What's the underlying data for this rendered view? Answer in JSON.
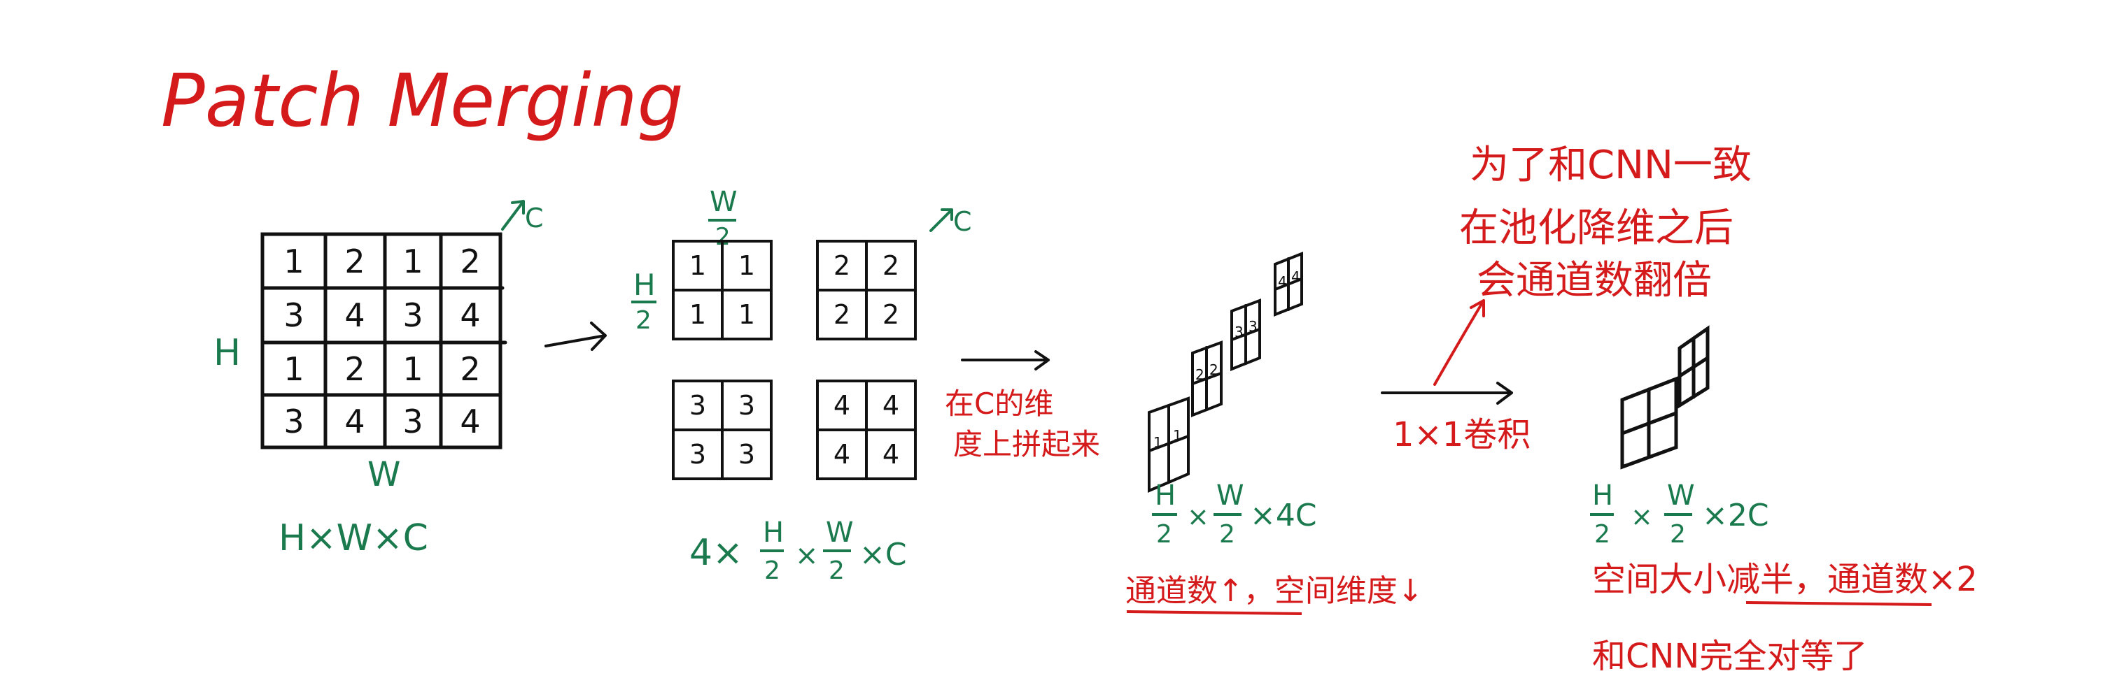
{
  "title": "Patch Merging",
  "colors": {
    "ink": "#111111",
    "green": "#1a7a4e",
    "red": "#d41a1a"
  },
  "input": {
    "cells": [
      [
        "1",
        "2",
        "1",
        "2"
      ],
      [
        "3",
        "4",
        "3",
        "4"
      ],
      [
        "1",
        "2",
        "1",
        "2"
      ],
      [
        "3",
        "4",
        "3",
        "4"
      ]
    ],
    "label_h": "H",
    "label_w": "W",
    "label_c": "C",
    "dims": "H×W×C"
  },
  "split": {
    "label_h_num": "H",
    "label_h_den": "2",
    "label_w_num": "W",
    "label_w_den": "2",
    "label_c": "C",
    "patches": [
      [
        [
          "1",
          "1"
        ],
        [
          "1",
          "1"
        ]
      ],
      [
        [
          "2",
          "2"
        ],
        [
          "2",
          "2"
        ]
      ],
      [
        [
          "3",
          "3"
        ],
        [
          "3",
          "3"
        ]
      ],
      [
        [
          "4",
          "4"
        ],
        [
          "4",
          "4"
        ]
      ]
    ],
    "dims_prefix": "4×",
    "dims_h": "H",
    "dims_w": "W",
    "dims_den": "2",
    "dims_suffix": "×C"
  },
  "concat_note": {
    "line1": "在C的维",
    "line2": "度上拼起来"
  },
  "stacked": {
    "dims_h": "H",
    "dims_w": "W",
    "dims_den": "2",
    "dims_suffix": "×4C",
    "note": "通道数↑，空间维度↓"
  },
  "conv_note": "1×1卷积",
  "cnn_note": {
    "line1": "为了和CNN一致",
    "line2": "在池化降维之后",
    "line3": "会通道数翻倍"
  },
  "output": {
    "dims_h": "H",
    "dims_w": "W",
    "dims_den": "2",
    "dims_suffix": "×2C",
    "note1": "空间大小减半，通道数×2",
    "note2": "和CNN完全对等了"
  }
}
